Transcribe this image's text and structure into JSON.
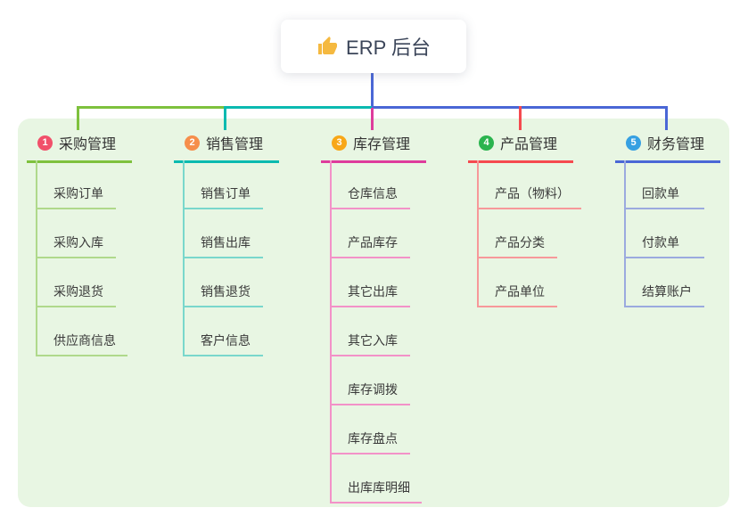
{
  "root": {
    "title": "ERP 后台",
    "icon": "thumbs-up-icon",
    "icon_color": "#F5B940",
    "text_color": "#3B4559"
  },
  "canvas": {
    "background": "#FFFFFF",
    "panel_color": "#E8F6E3",
    "trunk_color": "#4A67D6"
  },
  "branches": [
    {
      "badge": "1",
      "title": "采购管理",
      "badge_color": "#F1506A",
      "line_color": "#7EC13D",
      "child_line_color": "#AFD98B",
      "children": [
        "采购订单",
        "采购入库",
        "采购退货",
        "供应商信息"
      ]
    },
    {
      "badge": "2",
      "title": "销售管理",
      "badge_color": "#F68E4B",
      "line_color": "#0ABAB0",
      "child_line_color": "#79D7CC",
      "children": [
        "销售订单",
        "销售出库",
        "销售退货",
        "客户信息"
      ]
    },
    {
      "badge": "3",
      "title": "库存管理",
      "badge_color": "#F8A717",
      "line_color": "#DE3C9C",
      "child_line_color": "#F392C8",
      "children": [
        "仓库信息",
        "产品库存",
        "其它出库",
        "其它入库",
        "库存调拨",
        "库存盘点",
        "出库库明细"
      ]
    },
    {
      "badge": "4",
      "title": "产品管理",
      "badge_color": "#2BB44F",
      "line_color": "#F54A4F",
      "child_line_color": "#F7989A",
      "children": [
        "产品（物料）",
        "产品分类",
        "产品单位"
      ]
    },
    {
      "badge": "5",
      "title": "财务管理",
      "badge_color": "#36A0E2",
      "line_color": "#4A67D6",
      "child_line_color": "#9BAADF",
      "children": [
        "回款单",
        "付款单",
        "结算账户"
      ]
    }
  ]
}
